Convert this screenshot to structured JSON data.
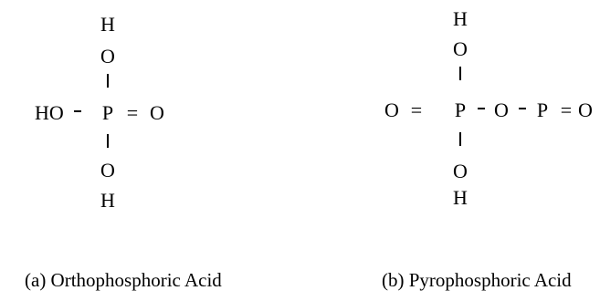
{
  "structure_a": {
    "top_h": "H",
    "top_o": "O",
    "left_group": "HO",
    "center_p": "P",
    "double_bond": "=",
    "right_o": "O",
    "bottom_o": "O",
    "bottom_h": "H"
  },
  "structure_b": {
    "top_h": "H",
    "top_o": "O",
    "left_o": "O",
    "double_bond_left": "=",
    "center_p": "P",
    "bridge_o": "O",
    "second_p": "P",
    "double_bond_right": "=",
    "right_o": "O",
    "bottom_o": "O",
    "bottom_h": "H"
  },
  "captions": {
    "a": "(a) Orthophosphoric Acid",
    "b": "(b) Pyrophosphoric Acid"
  }
}
